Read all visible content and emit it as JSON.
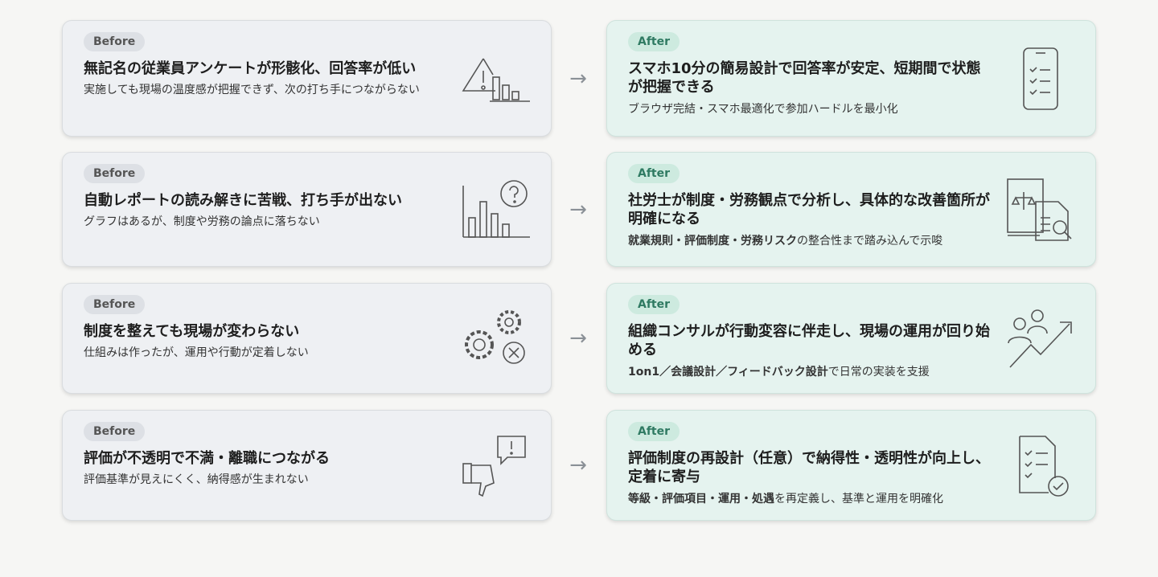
{
  "rows": [
    {
      "before": {
        "badge": "Before",
        "title": "無記名の従業員アンケートが形骸化、回答率が低い",
        "sub": "実施しても現場の温度感が把握できず、次の打ち手につながらない"
      },
      "after": {
        "badge": "After",
        "title": "スマホ10分の簡易設計で回答率が安定、短期間で状態が把握できる",
        "sub_bold": "",
        "sub": "ブラウザ完結・スマホ最適化で参加ハードルを最小化"
      }
    },
    {
      "before": {
        "badge": "Before",
        "title": "自動レポートの読み解きに苦戦、打ち手が出ない",
        "sub": "グラフはあるが、制度や労務の論点に落ちない"
      },
      "after": {
        "badge": "After",
        "title": "社労士が制度・労務観点で分析し、具体的な改善箇所が明確になる",
        "sub_bold": "就業規則・評価制度・労務リスク",
        "sub": "の整合性まで踏み込んで示唆"
      }
    },
    {
      "before": {
        "badge": "Before",
        "title": "制度を整えても現場が変わらない",
        "sub": "仕組みは作ったが、運用や行動が定着しない"
      },
      "after": {
        "badge": "After",
        "title": "組織コンサルが行動変容に伴走し、現場の運用が回り始める",
        "sub_bold": "1on1／会議設計／フィードバック設計",
        "sub": "で日常の実装を支援"
      }
    },
    {
      "before": {
        "badge": "Before",
        "title": "評価が不透明で不満・離職につながる",
        "sub": "評価基準が見えにくく、納得感が生まれない"
      },
      "after": {
        "badge": "After",
        "title": "評価制度の再設計（任意）で納得性・透明性が向上し、定着に寄与",
        "sub_bold": "等級・評価項目・運用・処遇",
        "sub": "を再定義し、基準と運用を明確化"
      }
    }
  ],
  "arrow": "→"
}
